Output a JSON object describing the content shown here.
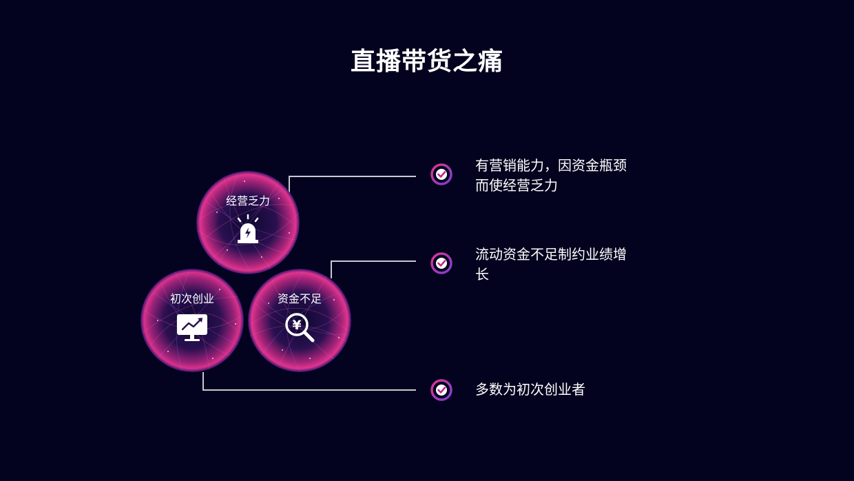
{
  "title": "直播带货之痛",
  "orbs": [
    {
      "label": "经营乏力",
      "icon": "alarm-light-icon"
    },
    {
      "label": "初次创业",
      "icon": "trend-monitor-icon"
    },
    {
      "label": "资金不足",
      "icon": "yuan-magnifier-icon"
    }
  ],
  "points": [
    {
      "text": "有营销能力，因资金瓶颈而使经营乏力",
      "icon": "check-circle-icon"
    },
    {
      "text": "流动资金不足制约业绩增长",
      "icon": "check-circle-icon"
    },
    {
      "text": "多数为初次创业者",
      "icon": "check-circle-icon"
    }
  ],
  "colors": {
    "background": "#03031f",
    "accent_pink": "#e0358c",
    "accent_purple": "#7a3cd6",
    "connector": "#c9c9d6"
  }
}
